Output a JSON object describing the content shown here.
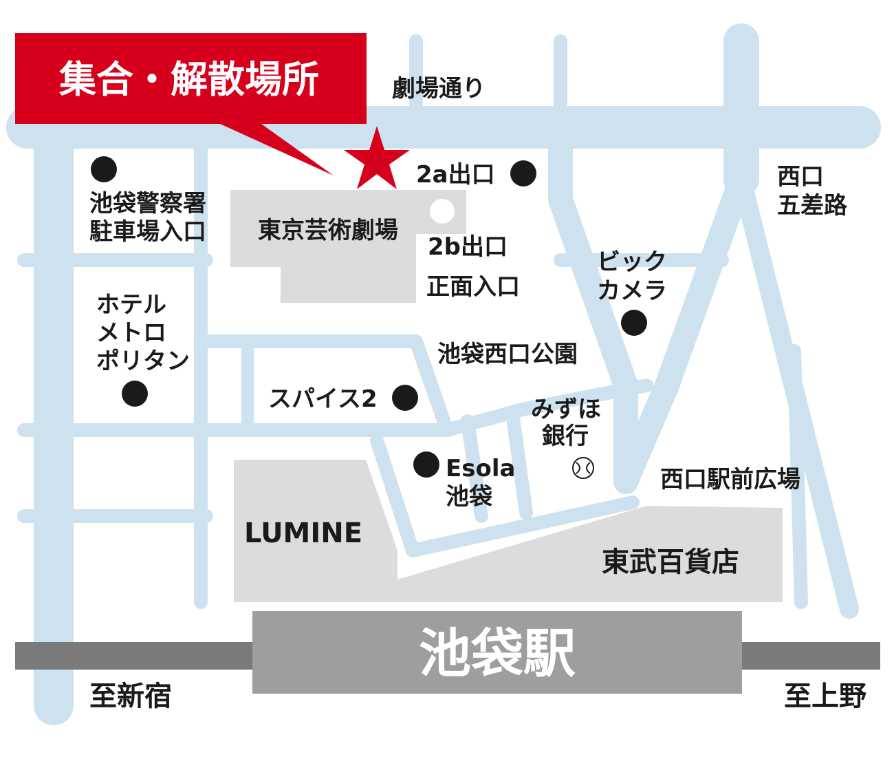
{
  "title": "集合・解散場所",
  "station": "池袋駅",
  "streets": {
    "theater_street": "劇場通り",
    "nishiguchi_gosaro": [
      "西口",
      "五差路"
    ]
  },
  "directions": {
    "left": "至新宿",
    "right": "至上野"
  },
  "buildings": {
    "geijutsu_gekijo": "東京芸術劇場",
    "lumine": "LUMINE",
    "tobu": "東武百貨店"
  },
  "places": {
    "police_parking": [
      "池袋警察署",
      "駐車場入口"
    ],
    "hotel": [
      "ホテル",
      "メトロ",
      "ポリタン"
    ],
    "spice2": "スパイス2",
    "esola": [
      "Esola",
      "池袋"
    ],
    "exit_2a": "2a出口",
    "exit_2b": "2b出口",
    "main_entrance": "正面入口",
    "west_park": "池袋西口公園",
    "bic_camera": [
      "ビック",
      "カメラ"
    ],
    "mizuho": [
      "みずほ",
      "銀行"
    ],
    "west_plaza": "西口駅前広場"
  },
  "colors": {
    "road": "#cde2ee",
    "building": "#dcdcdc",
    "rail": "#7a7a7a",
    "station": "#9e9e9e",
    "title_bg": "#d6001c",
    "star": "#d6001c"
  }
}
